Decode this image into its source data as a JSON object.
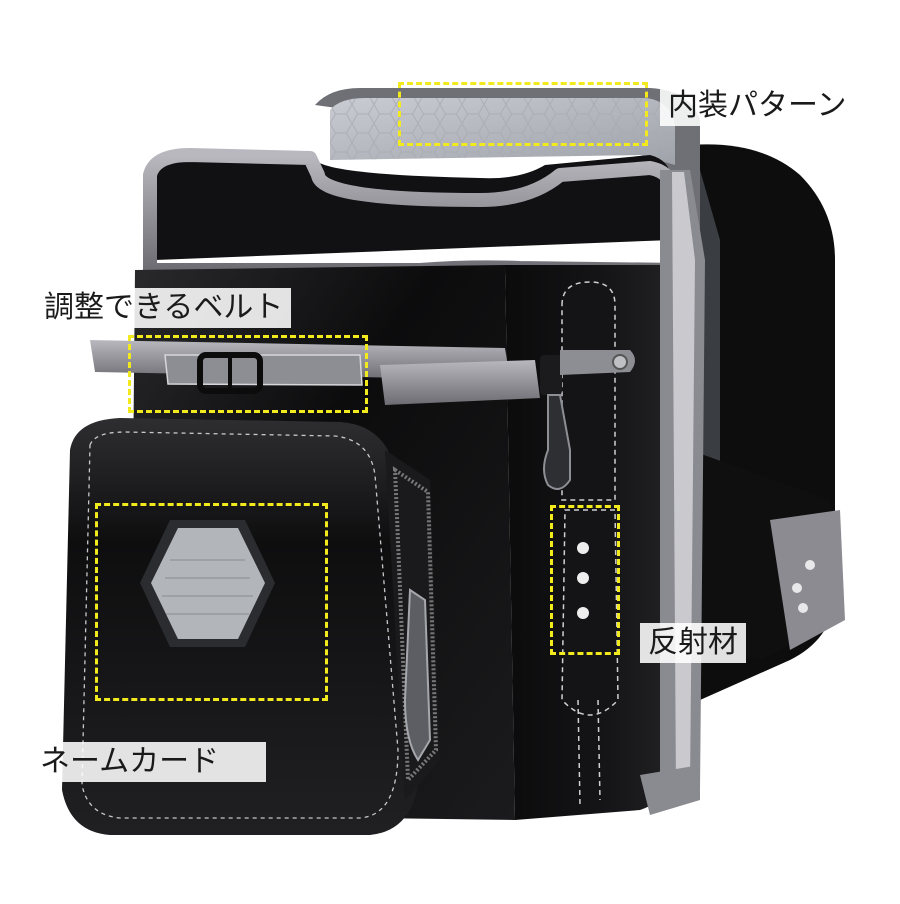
{
  "photo": {
    "subject": "black randoseru school backpack",
    "colors": {
      "leather": "#0f0f10",
      "trim": "#8a8a90",
      "interior": "#b9bcc2",
      "highlight_box": "#f2ea1c",
      "background": "#ffffff"
    }
  },
  "callouts": [
    {
      "id": "interior-pattern",
      "text": "内装パターン"
    },
    {
      "id": "adjustable-belt",
      "text": "調整できるベルト"
    },
    {
      "id": "reflector",
      "text": "反射材"
    },
    {
      "id": "name-card",
      "text": "ネームカード"
    }
  ]
}
